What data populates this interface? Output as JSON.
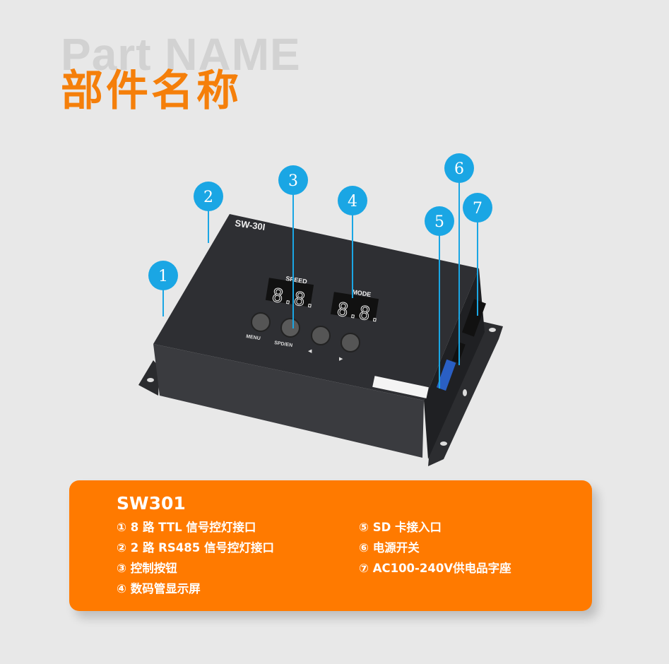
{
  "header": {
    "ghost_text": "Part NAME",
    "title": "部件名称"
  },
  "device": {
    "brand_label": "SW-30I",
    "speed_label": "SPEED",
    "mode_label": "MODE",
    "menu_label": "MENU",
    "spd_label": "SPD/EN",
    "left_arrow": "◀",
    "right_arrow": "▶",
    "display_digits": "8.8."
  },
  "callouts": [
    "1",
    "2",
    "3",
    "4",
    "5",
    "6",
    "7"
  ],
  "colors": {
    "accent_orange": "#ff7a00",
    "callout_blue": "#1aa6e4",
    "background": "#e8e8e8"
  },
  "panel": {
    "model": "SW301",
    "left_items": [
      "① 8 路 TTL 信号控灯接口",
      "② 2 路 RS485 信号控灯接口",
      "③ 控制按钮",
      "④ 数码管显示屏"
    ],
    "right_items": [
      "⑤ SD 卡接入口",
      "⑥ 电源开关",
      "⑦ AC100-240V供电品字座"
    ]
  }
}
